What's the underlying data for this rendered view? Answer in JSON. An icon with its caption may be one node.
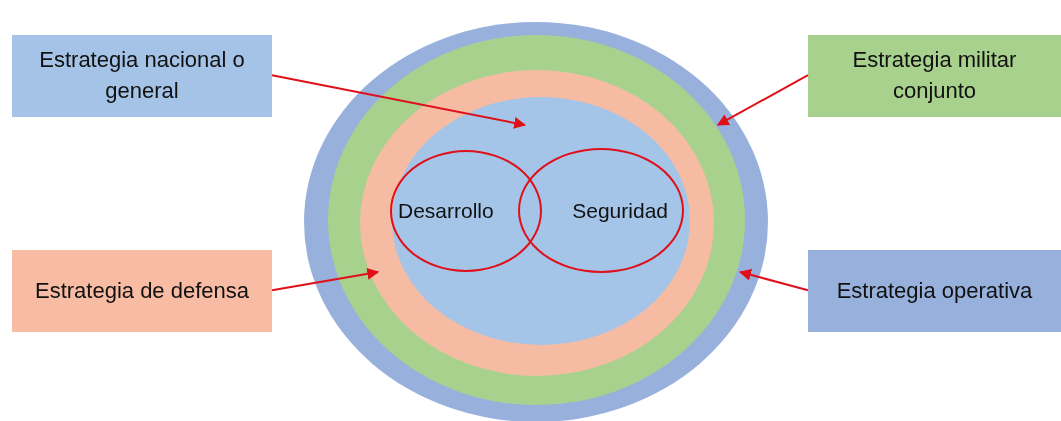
{
  "diagram": {
    "nodes": [
      {
        "text": [
          "Estrategia nacional o general"
        ]
      },
      {
        "text": [
          "Estrategia militar conjunto"
        ]
      },
      {
        "text": [],
        "shape": "circle"
      },
      {
        "text": [],
        "shape": "circle",
        "in": 2
      },
      {
        "text": [],
        "shape": "circle",
        "in": 3
      },
      {
        "text": [],
        "shape": "circle",
        "in": 4
      },
      {
        "text": [
          "Desarrollo"
        ],
        "in": 5
      },
      {
        "text": [
          "Seguridad"
        ],
        "in": 5
      },
      {
        "text": [
          "Estrategia de defensa"
        ]
      },
      {
        "text": [
          "Estrategia operativa"
        ]
      }
    ],
    "edges": [
      {
        "from": 0,
        "to": 5,
        "arrow": "to"
      },
      {
        "from": 1,
        "to": 3,
        "arrow": "to"
      },
      {
        "from": 8,
        "to": 4,
        "arrow": "to"
      },
      {
        "from": 9,
        "to": 2,
        "arrow": "to"
      }
    ]
  }
}
